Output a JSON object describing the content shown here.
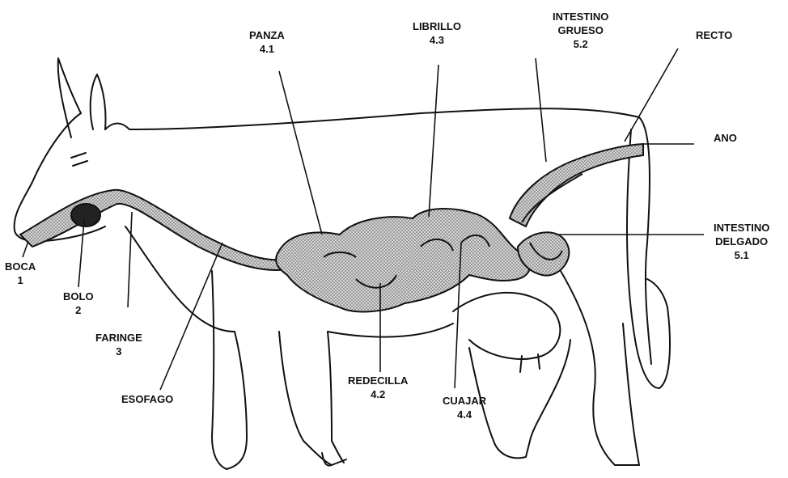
{
  "labels": {
    "boca": {
      "name": "BOCA",
      "num": "1"
    },
    "bolo": {
      "name": "BOLO",
      "num": "2"
    },
    "faringe": {
      "name": "FARINGE",
      "num": "3"
    },
    "esofago": {
      "name": "ESOFAGO"
    },
    "panza": {
      "name": "PANZA",
      "num": "4.1"
    },
    "redecilla": {
      "name": "REDECILLA",
      "num": "4.2"
    },
    "librillo": {
      "name": "LIBRILLO",
      "num": "4.3"
    },
    "cuajar": {
      "name": "CUAJAR",
      "num": "4.4"
    },
    "intestino_grueso": {
      "line1": "INTESTINO",
      "line2": "GRUESO",
      "num": "5.2"
    },
    "recto": {
      "name": "RECTO"
    },
    "ano": {
      "name": "ANO"
    },
    "intestino_delgado": {
      "line1": "INTESTINO",
      "line2": "DELGADO",
      "num": "5.1"
    }
  },
  "colors": {
    "outline": "#111111",
    "organ_fill": "#b8b8b8",
    "background": "#ffffff"
  }
}
